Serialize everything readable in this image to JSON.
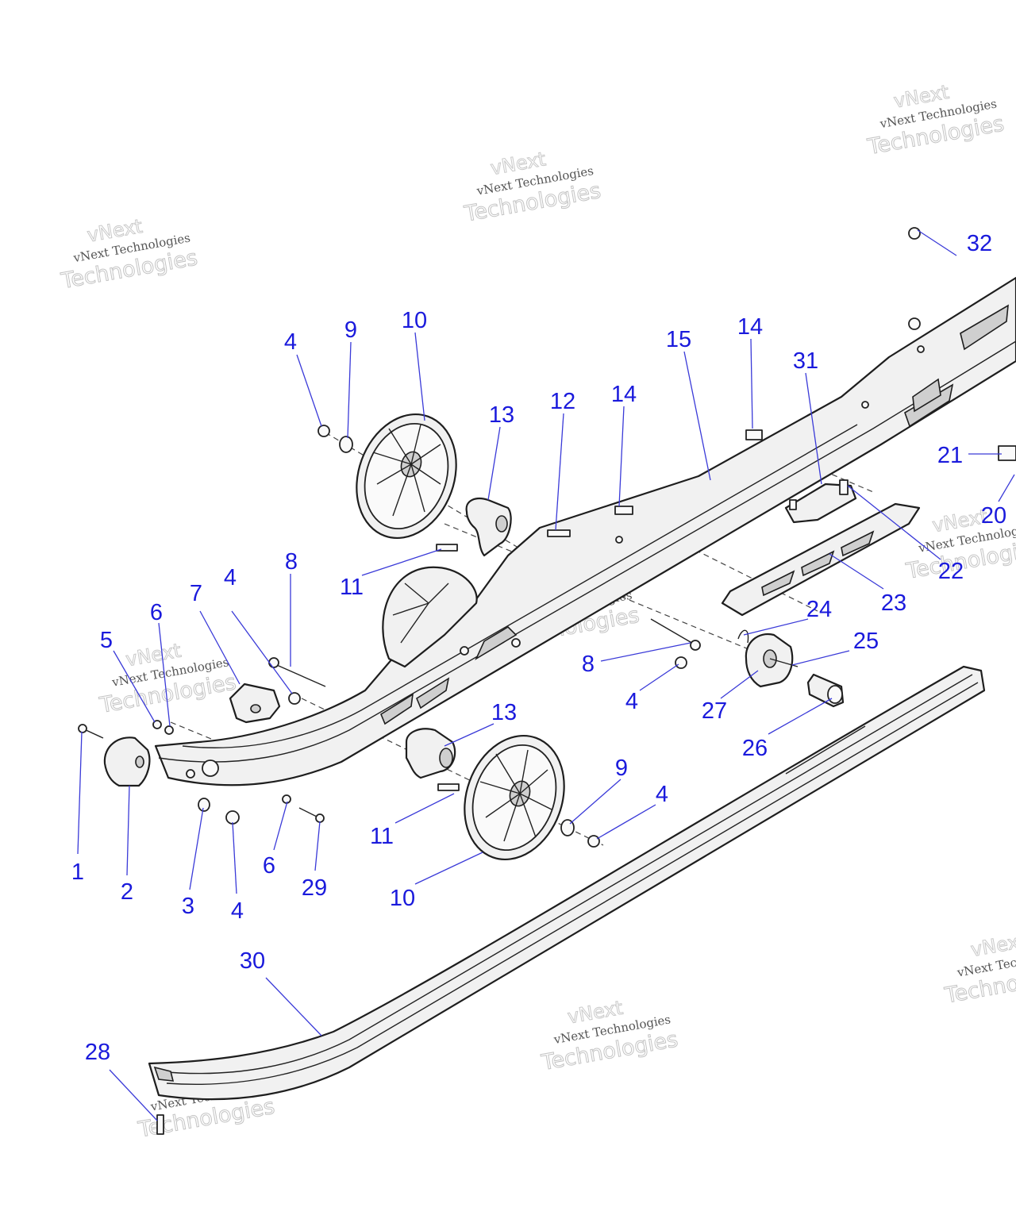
{
  "watermark": {
    "line1": "vNext",
    "line2": "vNext Technologies",
    "line3": "Technologies"
  },
  "callouts": [
    {
      "id": "c32",
      "label": "32"
    },
    {
      "id": "c4a",
      "label": "4"
    },
    {
      "id": "c9a",
      "label": "9"
    },
    {
      "id": "c10a",
      "label": "10"
    },
    {
      "id": "c15",
      "label": "15"
    },
    {
      "id": "c14a",
      "label": "14"
    },
    {
      "id": "c31",
      "label": "31"
    },
    {
      "id": "c12",
      "label": "12"
    },
    {
      "id": "c14b",
      "label": "14"
    },
    {
      "id": "c13a",
      "label": "13"
    },
    {
      "id": "c21",
      "label": "21"
    },
    {
      "id": "c20",
      "label": "20"
    },
    {
      "id": "c22",
      "label": "22"
    },
    {
      "id": "c23",
      "label": "23"
    },
    {
      "id": "c8a",
      "label": "8"
    },
    {
      "id": "c11a",
      "label": "11"
    },
    {
      "id": "c7",
      "label": "7"
    },
    {
      "id": "c4b",
      "label": "4"
    },
    {
      "id": "c6a",
      "label": "6"
    },
    {
      "id": "c5",
      "label": "5"
    },
    {
      "id": "c24",
      "label": "24"
    },
    {
      "id": "c25",
      "label": "25"
    },
    {
      "id": "c8b",
      "label": "8"
    },
    {
      "id": "c4c",
      "label": "4"
    },
    {
      "id": "c27",
      "label": "27"
    },
    {
      "id": "c26",
      "label": "26"
    },
    {
      "id": "c13b",
      "label": "13"
    },
    {
      "id": "c9b",
      "label": "9"
    },
    {
      "id": "c4d",
      "label": "4"
    },
    {
      "id": "c11b",
      "label": "11"
    },
    {
      "id": "c10b",
      "label": "10"
    },
    {
      "id": "c1",
      "label": "1"
    },
    {
      "id": "c2",
      "label": "2"
    },
    {
      "id": "c3",
      "label": "3"
    },
    {
      "id": "c4e",
      "label": "4"
    },
    {
      "id": "c6b",
      "label": "6"
    },
    {
      "id": "c29",
      "label": "29"
    },
    {
      "id": "c30",
      "label": "30"
    },
    {
      "id": "c28",
      "label": "28"
    }
  ],
  "colors": {
    "callout": "#1a1adc",
    "leader": "#3a3ad8",
    "line_art": "#1e1e1e"
  }
}
